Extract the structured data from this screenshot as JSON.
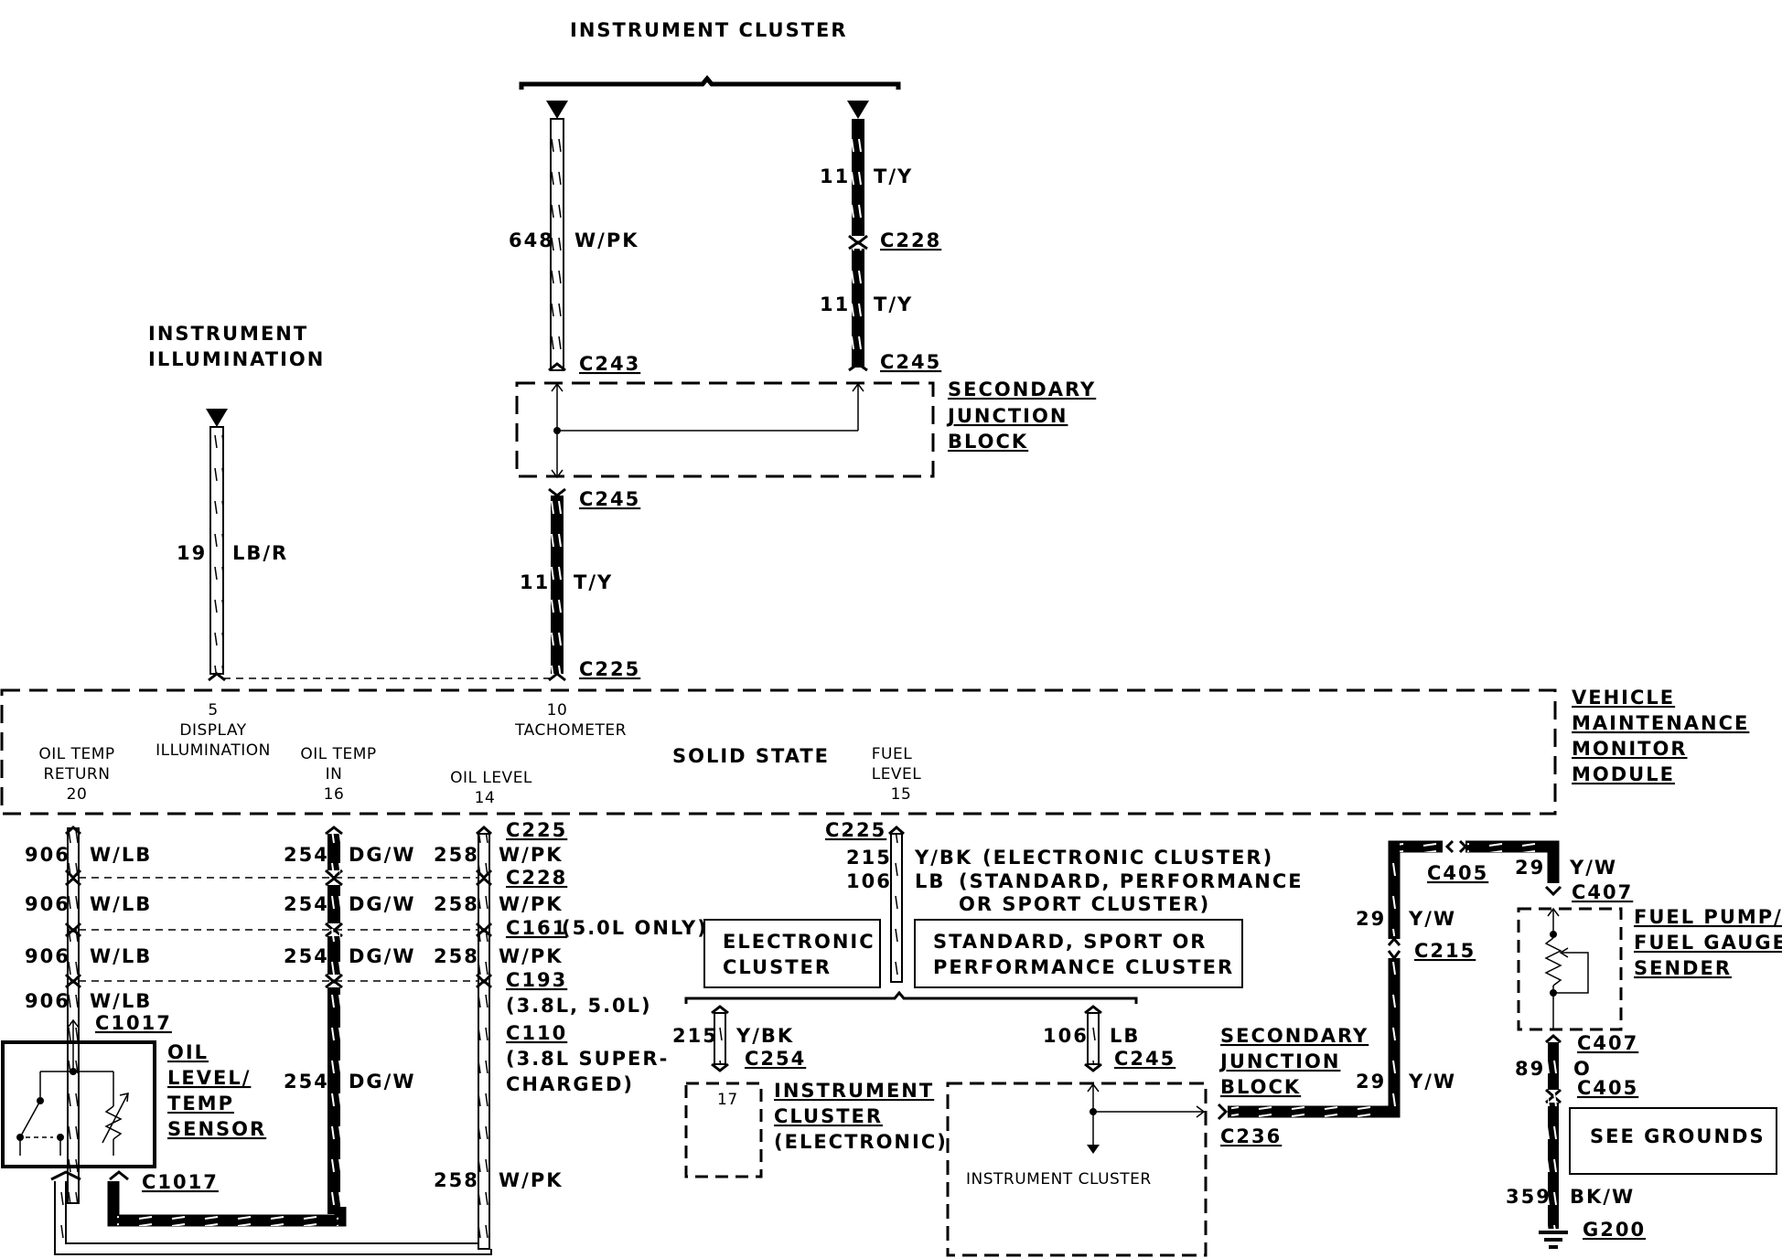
{
  "titles": {
    "instrument_cluster_top": "INSTRUMENT CLUSTER",
    "instrument_illumination_1": "INSTRUMENT",
    "instrument_illumination_2": "ILLUMINATION"
  },
  "secondary_junction_block": [
    "SECONDARY",
    "JUNCTION",
    "BLOCK"
  ],
  "vmm": {
    "name": [
      "VEHICLE",
      "MAINTENANCE",
      "MONITOR",
      "MODULE"
    ],
    "center": "SOLID STATE",
    "pins": {
      "display_num": "5",
      "display_1": "DISPLAY",
      "display_2": "ILLUMINATION",
      "tach_num": "10",
      "tach": "TACHOMETER",
      "oil_ret_1": "OIL TEMP",
      "oil_ret_2": "RETURN",
      "oil_ret_num": "20",
      "oil_in_1": "OIL TEMP",
      "oil_in_2": "IN",
      "oil_in_num": "16",
      "oil_level": "OIL LEVEL",
      "oil_level_num": "14",
      "fuel_1": "FUEL",
      "fuel_2": "LEVEL",
      "fuel_num": "15"
    }
  },
  "circuits": {
    "c648": "648",
    "wpk": "W/PK",
    "c11": "11",
    "ty": "T/Y",
    "c19": "19",
    "lbr": "LB/R",
    "c906": "906",
    "wlb": "W/LB",
    "c254": "254",
    "dgw": "DG/W",
    "c258": "258",
    "c215": "215",
    "ybk": "Y/BK",
    "c106": "106",
    "lb": "LB",
    "c29": "29",
    "yw": "Y/W",
    "c89": "89",
    "o": "O",
    "c359": "359",
    "bkw": "BK/W"
  },
  "connectors": {
    "c228": "C228",
    "c243": "C243",
    "c245": "C245",
    "c225": "C225",
    "c161": "C161",
    "c161_note": "(5.0L ONLY)",
    "c193": "C193",
    "c193_note": "(3.8L, 5.0L)",
    "c110": "C110",
    "c110_note_1": "(3.8L SUPER-",
    "c110_note_2": "CHARGED)",
    "c1017": "C1017",
    "c254": "C254",
    "c236": "C236",
    "c405": "C405",
    "c407": "C407",
    "c215": "C215",
    "g200": "G200"
  },
  "fuel_notes": {
    "ybk_note": "(ELECTRONIC CLUSTER)",
    "lb_note_1": "(STANDARD, PERFORMANCE",
    "lb_note_2": "OR SPORT CLUSTER)"
  },
  "boxes": {
    "electronic_cluster": [
      "ELECTRONIC",
      "CLUSTER"
    ],
    "standard_cluster": [
      "STANDARD, SPORT OR",
      "PERFORMANCE CLUSTER"
    ],
    "see_grounds": "SEE GROUNDS"
  },
  "components": {
    "oil_sensor": [
      "OIL",
      "LEVEL/",
      "TEMP",
      "SENSOR"
    ],
    "inst_cluster_elec": [
      "INSTRUMENT",
      "CLUSTER",
      "(ELECTRONIC)"
    ],
    "inst_cluster_pin": "17",
    "inst_cluster_bottom": "INSTRUMENT CLUSTER",
    "fuel_sender": [
      "FUEL PUMP/",
      "FUEL GAUGE",
      "SENDER"
    ]
  }
}
